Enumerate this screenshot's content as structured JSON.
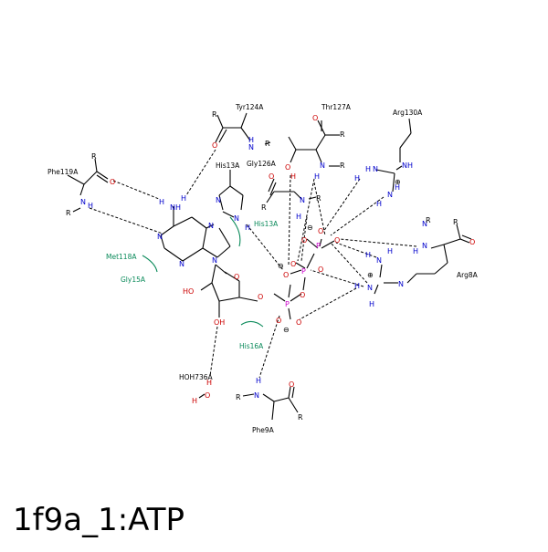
{
  "title": "1f9a_1:ATP",
  "colors": {
    "N": "#0000cc",
    "O": "#cc0000",
    "P": "#cc00cc",
    "C": "#000000",
    "contact": "#0a8a5a"
  },
  "residues": {
    "tyr124": "Tyr124A",
    "thr127": "Thr127A",
    "arg130": "Arg130A",
    "phe119": "Phe119A",
    "his13": "His13A",
    "gly126": "Gly126A",
    "his13b": "His13A",
    "met118": "Met118A",
    "gly15": "Gly15A",
    "arg8": "Arg8A",
    "his16": "His16A",
    "hoh736": "HOH736A",
    "phe9": "Phe9A"
  },
  "atoms": {
    "R": "R",
    "O": "O",
    "N": "N",
    "H": "H",
    "P": "P",
    "HO": "HO",
    "OH": "OH",
    "NH": "NH",
    "plus": "⊕",
    "minus": "⊖"
  }
}
